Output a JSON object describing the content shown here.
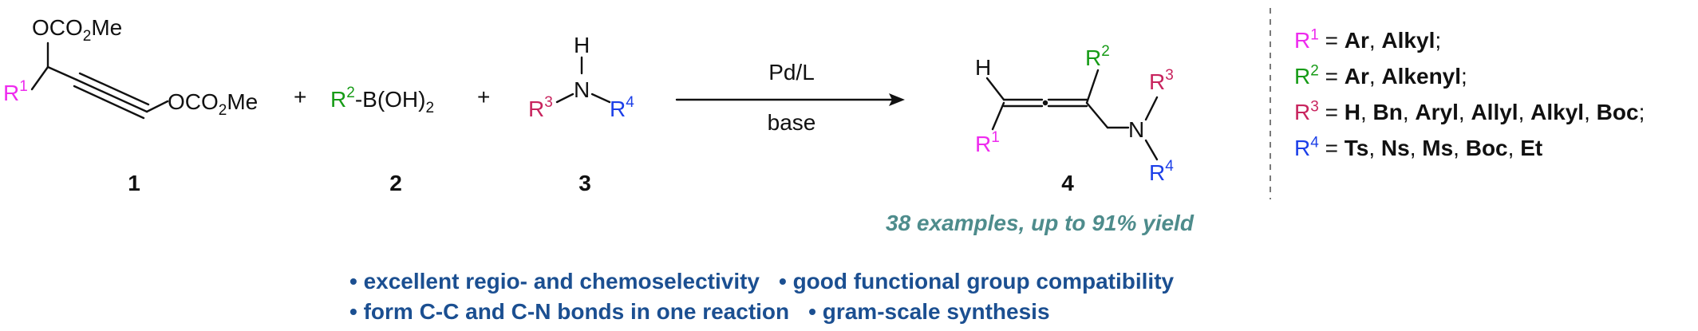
{
  "colors": {
    "r1": "#ee2bee",
    "r2": "#169b16",
    "r3": "#c8245e",
    "r4": "#1c3fe8",
    "bond": "#111111",
    "dashed_divider": "#7a7a7a",
    "yield_text": "#4e8c8c",
    "feature_text": "#1b4f91"
  },
  "reactants": {
    "r1_label": "R",
    "r1_number": "1",
    "occo2me_top": "OCO",
    "occo2me_top_sub": "2",
    "occo2me_top_tail": "Me",
    "occo2me_right": "OCO",
    "occo2me_right_sub": "2",
    "occo2me_right_tail": "Me",
    "plus_1": "+",
    "boronic_r": "R",
    "boronic_number": "2",
    "boronic_tail": "-B(OH)",
    "boronic_sub": "2",
    "plus_2": "+",
    "amine_h": "H",
    "amine_n": "N",
    "amine_r3": "R",
    "amine_r3_number": "3",
    "amine_r4": "R",
    "amine_r4_number": "4"
  },
  "compound_numbers": [
    "1",
    "2",
    "3",
    "4"
  ],
  "arrow": {
    "above": "Pd/L",
    "below": "base"
  },
  "product": {
    "h_atom": "H",
    "r1_label": "R",
    "r1_number": "1",
    "r2_label": "R",
    "r2_number": "2",
    "n_atom": "N",
    "r3_label": "R",
    "r3_number": "3",
    "r4_label": "R",
    "r4_number": "4"
  },
  "legend": [
    {
      "r": "R",
      "num": "1",
      "eq": " = ",
      "values": [
        "Ar",
        "Alkyl"
      ],
      "end": ";"
    },
    {
      "r": "R",
      "num": "2",
      "eq": " = ",
      "values": [
        "Ar",
        "Alkenyl"
      ],
      "end": ";"
    },
    {
      "r": "R",
      "num": "3",
      "eq": " = ",
      "values": [
        "H",
        "Bn",
        "Aryl",
        "Allyl",
        "Alkyl",
        "Boc"
      ],
      "end": ";"
    },
    {
      "r": "R",
      "num": "4",
      "eq": " = ",
      "values": [
        "Ts",
        "Ns",
        "Ms",
        "Boc",
        "Et"
      ],
      "end": ""
    }
  ],
  "yield_note": "38 examples, up to 91% yield",
  "features": [
    [
      "• excellent regio- and chemoselectivity",
      "• good functional group compatibility"
    ],
    [
      "• form C-C and C-N bonds in one reaction",
      "• gram-scale synthesis"
    ]
  ]
}
